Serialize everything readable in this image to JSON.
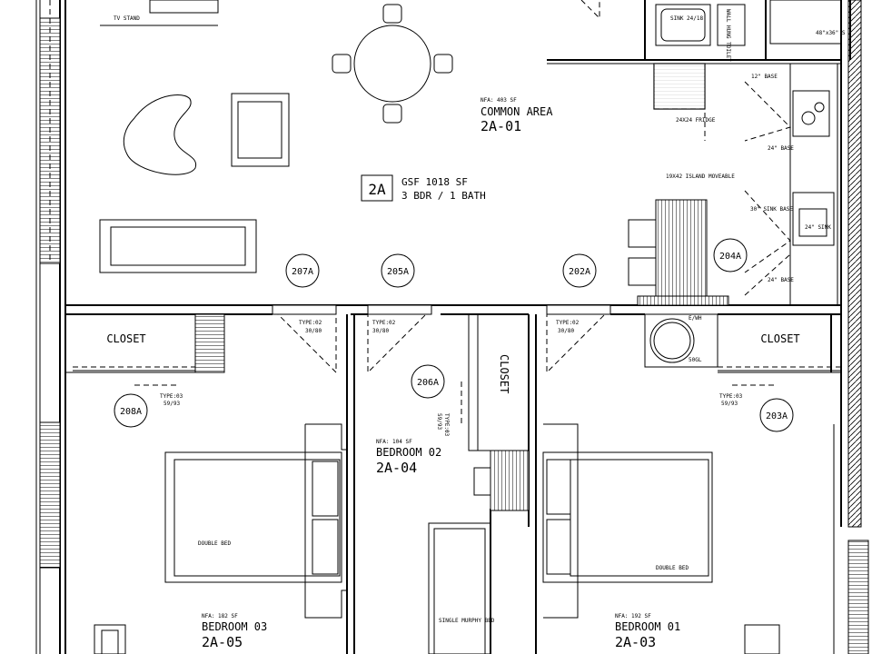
{
  "unit": {
    "tag": "2A",
    "gsf": "GSF 1018 SF",
    "config": "3 BDR / 1 BATH"
  },
  "rooms": {
    "common": {
      "nfa": "NFA: 403 SF",
      "name": "COMMON AREA",
      "code": "2A-01"
    },
    "bedroom02": {
      "nfa": "NFA: 104 SF",
      "name": "BEDROOM 02",
      "code": "2A-04"
    },
    "bedroom03": {
      "nfa": "NFA: 182 SF",
      "name": "BEDROOM 03",
      "code": "2A-05"
    },
    "bedroom01": {
      "nfa": "NFA: 192 SF",
      "name": "BEDROOM 01",
      "code": "2A-03"
    }
  },
  "closets": {
    "left": "CLOSET",
    "right": "CLOSET",
    "center": "CLOSET"
  },
  "door_tags": [
    "207A",
    "205A",
    "202A",
    "204A",
    "206A",
    "208A",
    "203A"
  ],
  "door_types": {
    "type02": "TYPE:02",
    "size3080": "30/80",
    "type03": "TYPE:03",
    "size5993": "59/93"
  },
  "furniture": {
    "tv_stand": "TV STAND",
    "sink": "SINK\n24/18",
    "wall_hung_toilet": "WALL HUNG TOILET",
    "shower": "48\"x36\" S",
    "fridge": "24X24 FRIDGE",
    "base12": "12\" BASE",
    "base24a": "24\" BASE",
    "sink_base": "30\" SINK BASE",
    "island": "19X42 ISLAND MOVEABLE",
    "sink24": "24\" SINK",
    "base24b": "24\" BASE",
    "ewh": "E/WH",
    "gal": "50GL",
    "double_bed_left": "DOUBLE BED",
    "double_bed_right": "DOUBLE BED",
    "murphy": "SINGLE MURPHY BED"
  }
}
